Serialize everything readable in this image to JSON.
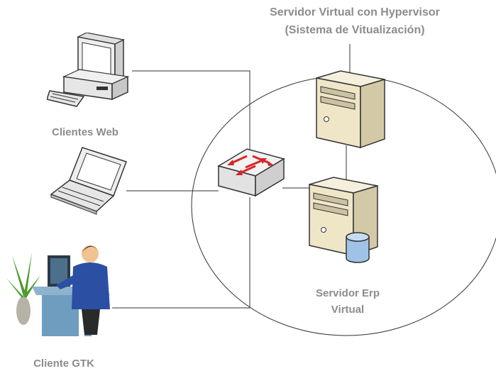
{
  "title": {
    "line1": "Servidor Virtual con Hypervisor",
    "line2": "(Sistema de Vitualización)"
  },
  "nodes": {
    "web_clients": {
      "label": "Clientes Web",
      "icon": "desktop-computer-icon"
    },
    "laptop": {
      "label": "",
      "icon": "laptop-icon"
    },
    "gtk_client": {
      "label": "Cliente GTK",
      "icon": "office-worker-icon"
    },
    "switch": {
      "icon": "network-switch-icon"
    },
    "hypervisor_server": {
      "icon": "tower-server-icon"
    },
    "erp_server": {
      "label_line1": "Servidor Erp",
      "label_line2": "Virtual",
      "icon": "database-server-icon"
    }
  },
  "colors": {
    "label_gray": "#8c8c8c",
    "line": "#333333",
    "switch_arrow": "#d6262b",
    "server_body": "#efe6c8",
    "database": "#9fc3e6"
  }
}
